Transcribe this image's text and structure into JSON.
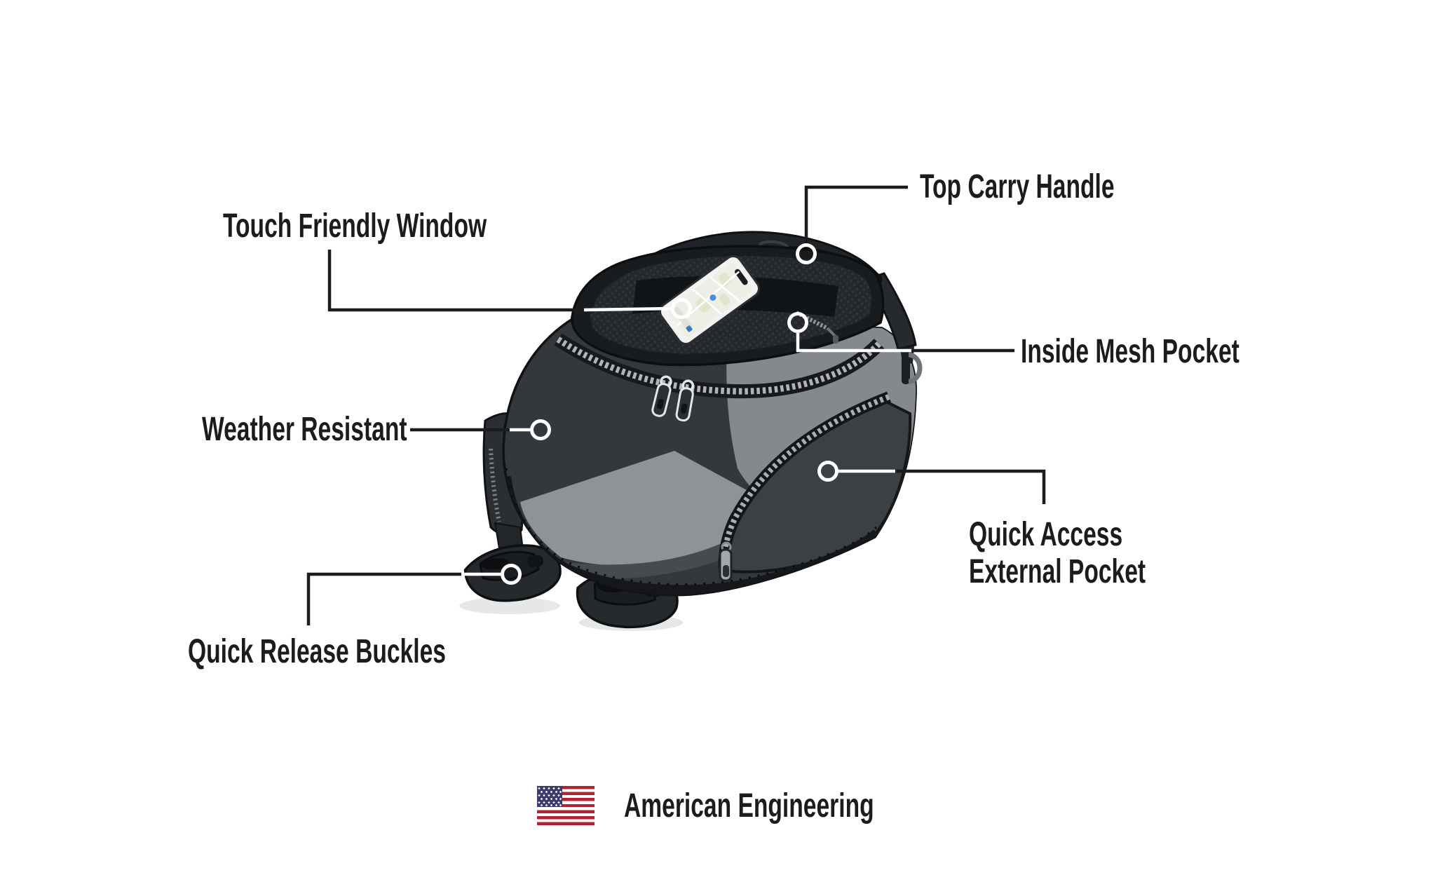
{
  "illustration": {
    "subject": "motorcycle-tank-bag-feature-diagram",
    "colors": {
      "callout_line": "#1c1c1c",
      "callout_ring": "#ffffff",
      "body_dark": "#34383c",
      "body_gray": "#85898d",
      "body_light_wedge": "#8e9398",
      "lid_black": "#191c1f",
      "zipper_teeth": "#b0b4b7",
      "pocket_dark": "#3b4045",
      "flag_red": "#B22234",
      "flag_blue": "#3C3B6E",
      "flag_white": "#ffffff"
    }
  },
  "callouts": {
    "top_carry_handle": {
      "label": "Top Carry Handle"
    },
    "touch_friendly_window": {
      "label": "Touch Friendly Window"
    },
    "inside_mesh_pocket": {
      "label": "Inside Mesh Pocket"
    },
    "weather_resistant": {
      "label": "Weather Resistant"
    },
    "quick_access_external_pocket": {
      "line1": "Quick Access",
      "line2": "External Pocket"
    },
    "quick_release_buckles": {
      "label": "Quick Release Buckles"
    }
  },
  "footer": {
    "caption": "American Engineering",
    "flag_icon": "us-flag-icon"
  }
}
